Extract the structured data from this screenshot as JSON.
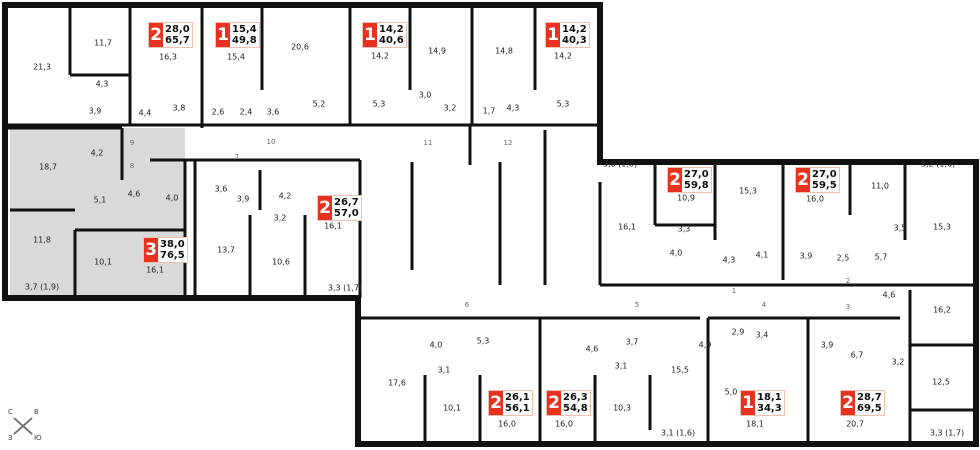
{
  "rooms": [
    "21,3",
    "11,7",
    "16,3",
    "15,4",
    "20,6",
    "14,2",
    "14,9",
    "14,8",
    "14,2",
    "4,3",
    "3,9",
    "4,4",
    "3,8",
    "2,6",
    "2,4",
    "3,6",
    "5,2",
    "5,3",
    "3,0",
    "3,2",
    "1,7",
    "4,3",
    "5,3",
    "4,2",
    "18,7",
    "5,1",
    "4,6",
    "4,0",
    "11,8",
    "10,1",
    "16,1",
    "3,7 (1,9)",
    "13,7",
    "3,6",
    "3,9",
    "4,2",
    "3,2",
    "16,1",
    "10,6",
    "3,3 (1,7)",
    "3,6 (1,8)",
    "10,9",
    "15,3",
    "16,1",
    "3,3",
    "4,0",
    "4,3",
    "4,1",
    "16,0",
    "11,0",
    "3,2 (1,6)",
    "3,5",
    "15,3",
    "3,9",
    "2,5",
    "5,7",
    "4,6",
    "16,2",
    "17,6",
    "4,0",
    "5,3",
    "3,1",
    "10,1",
    "16,0",
    "4,6",
    "3,7",
    "3,1",
    "15,5",
    "10,3",
    "16,0",
    "3,1 (1,6)",
    "2,9",
    "3,4",
    "4,9",
    "5,0",
    "18,1",
    "3,9",
    "6,7",
    "3,2",
    "20,7",
    "12,5",
    "3,3 (1,7)"
  ],
  "doors": [
    "9",
    "8",
    "10",
    "7",
    "11",
    "12",
    "1",
    "2",
    "3",
    "4",
    "5",
    "6"
  ],
  "apartments": [
    {
      "rooms": "2",
      "living": "28,0",
      "total": "65,7"
    },
    {
      "rooms": "1",
      "living": "15,4",
      "total": "49,8"
    },
    {
      "rooms": "1",
      "living": "14,2",
      "total": "40,6"
    },
    {
      "rooms": "1",
      "living": "14,2",
      "total": "40,3"
    },
    {
      "rooms": "3",
      "living": "38,0",
      "total": "76,5"
    },
    {
      "rooms": "2",
      "living": "26,7",
      "total": "57,0"
    },
    {
      "rooms": "2",
      "living": "27,0",
      "total": "59,8"
    },
    {
      "rooms": "2",
      "living": "27,0",
      "total": "59,5"
    },
    {
      "rooms": "2",
      "living": "26,1",
      "total": "56,1"
    },
    {
      "rooms": "2",
      "living": "26,3",
      "total": "54,8"
    },
    {
      "rooms": "1",
      "living": "18,1",
      "total": "34,3"
    },
    {
      "rooms": "2",
      "living": "28,7",
      "total": "69,5"
    }
  ],
  "compass": {
    "n": "С",
    "e": "В",
    "w": "З",
    "s": "Ю"
  },
  "colors": {
    "badge": "#e8311f",
    "highlight": "#d9d9d9"
  }
}
